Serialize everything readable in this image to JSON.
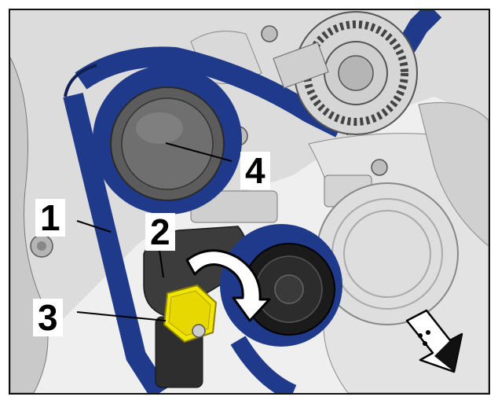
{
  "figure": {
    "callouts": [
      {
        "id": "1",
        "label": "1"
      },
      {
        "id": "2",
        "label": "2"
      },
      {
        "id": "3",
        "label": "3"
      },
      {
        "id": "4",
        "label": "4"
      }
    ]
  },
  "colors": {
    "belt": "#1f3a8a",
    "belt_dark": "#0f1f55",
    "bolt_highlight": "#f2e600",
    "metal_light": "#e6e6e6",
    "metal_mid": "#bdbdbd",
    "metal_dark": "#5a5a5a",
    "arrow_fill": "#ffffff",
    "arrow_stroke": "#000000"
  },
  "icons": {
    "rotation_arrow": "curved-arrow-icon",
    "vehicle_direction": "vehicle-direction-arrow-icon"
  }
}
